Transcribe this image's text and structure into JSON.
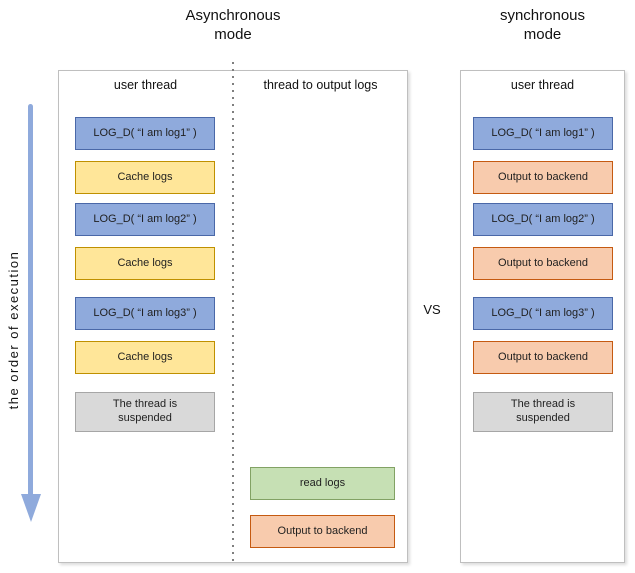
{
  "axis": {
    "label": "the order of execution"
  },
  "vs_label": "VS",
  "left_panel": {
    "title_line1": "Asynchronous",
    "title_line2": "mode",
    "user_thread": {
      "header": "user thread",
      "boxes": [
        {
          "label": "LOG_D( “I am log1” )",
          "type": "blue"
        },
        {
          "label": "Cache logs",
          "type": "yellow"
        },
        {
          "label": "LOG_D( “I am log2” )",
          "type": "blue"
        },
        {
          "label": "Cache logs",
          "type": "yellow"
        },
        {
          "label": "LOG_D( “I am log3” )",
          "type": "blue"
        },
        {
          "label": "Cache logs",
          "type": "yellow"
        },
        {
          "label": "The thread is suspended",
          "type": "gray"
        }
      ]
    },
    "output_thread": {
      "header": "thread to output logs",
      "boxes": [
        {
          "label": "read logs",
          "type": "green"
        },
        {
          "label": "Output to backend",
          "type": "orange"
        }
      ]
    }
  },
  "right_panel": {
    "title_line1": "synchronous",
    "title_line2": "mode",
    "user_thread": {
      "header": "user thread",
      "boxes": [
        {
          "label": "LOG_D( “I am log1” )",
          "type": "blue"
        },
        {
          "label": "Output to backend",
          "type": "orange"
        },
        {
          "label": "LOG_D( “I am log2” )",
          "type": "blue"
        },
        {
          "label": "Output to backend",
          "type": "orange"
        },
        {
          "label": "LOG_D( “I am log3” )",
          "type": "blue"
        },
        {
          "label": "Output to backend",
          "type": "orange"
        },
        {
          "label": "The thread is suspended",
          "type": "gray"
        }
      ]
    }
  },
  "colors": {
    "box_blue_fill": "#8FAADC",
    "box_blue_border": "#4A68A8",
    "box_yellow_fill": "#FFE699",
    "box_yellow_border": "#BF9000",
    "box_green_fill": "#C6E0B4",
    "box_green_border": "#82A264",
    "box_orange_fill": "#F8CBAD",
    "box_orange_border": "#C55A11",
    "box_gray_fill": "#D9D9D9",
    "box_gray_border": "#A6A6A6",
    "arrow": "#8FAADC",
    "panel_border": "#BFBFBF",
    "divider_dots": "#7F7F7F"
  }
}
